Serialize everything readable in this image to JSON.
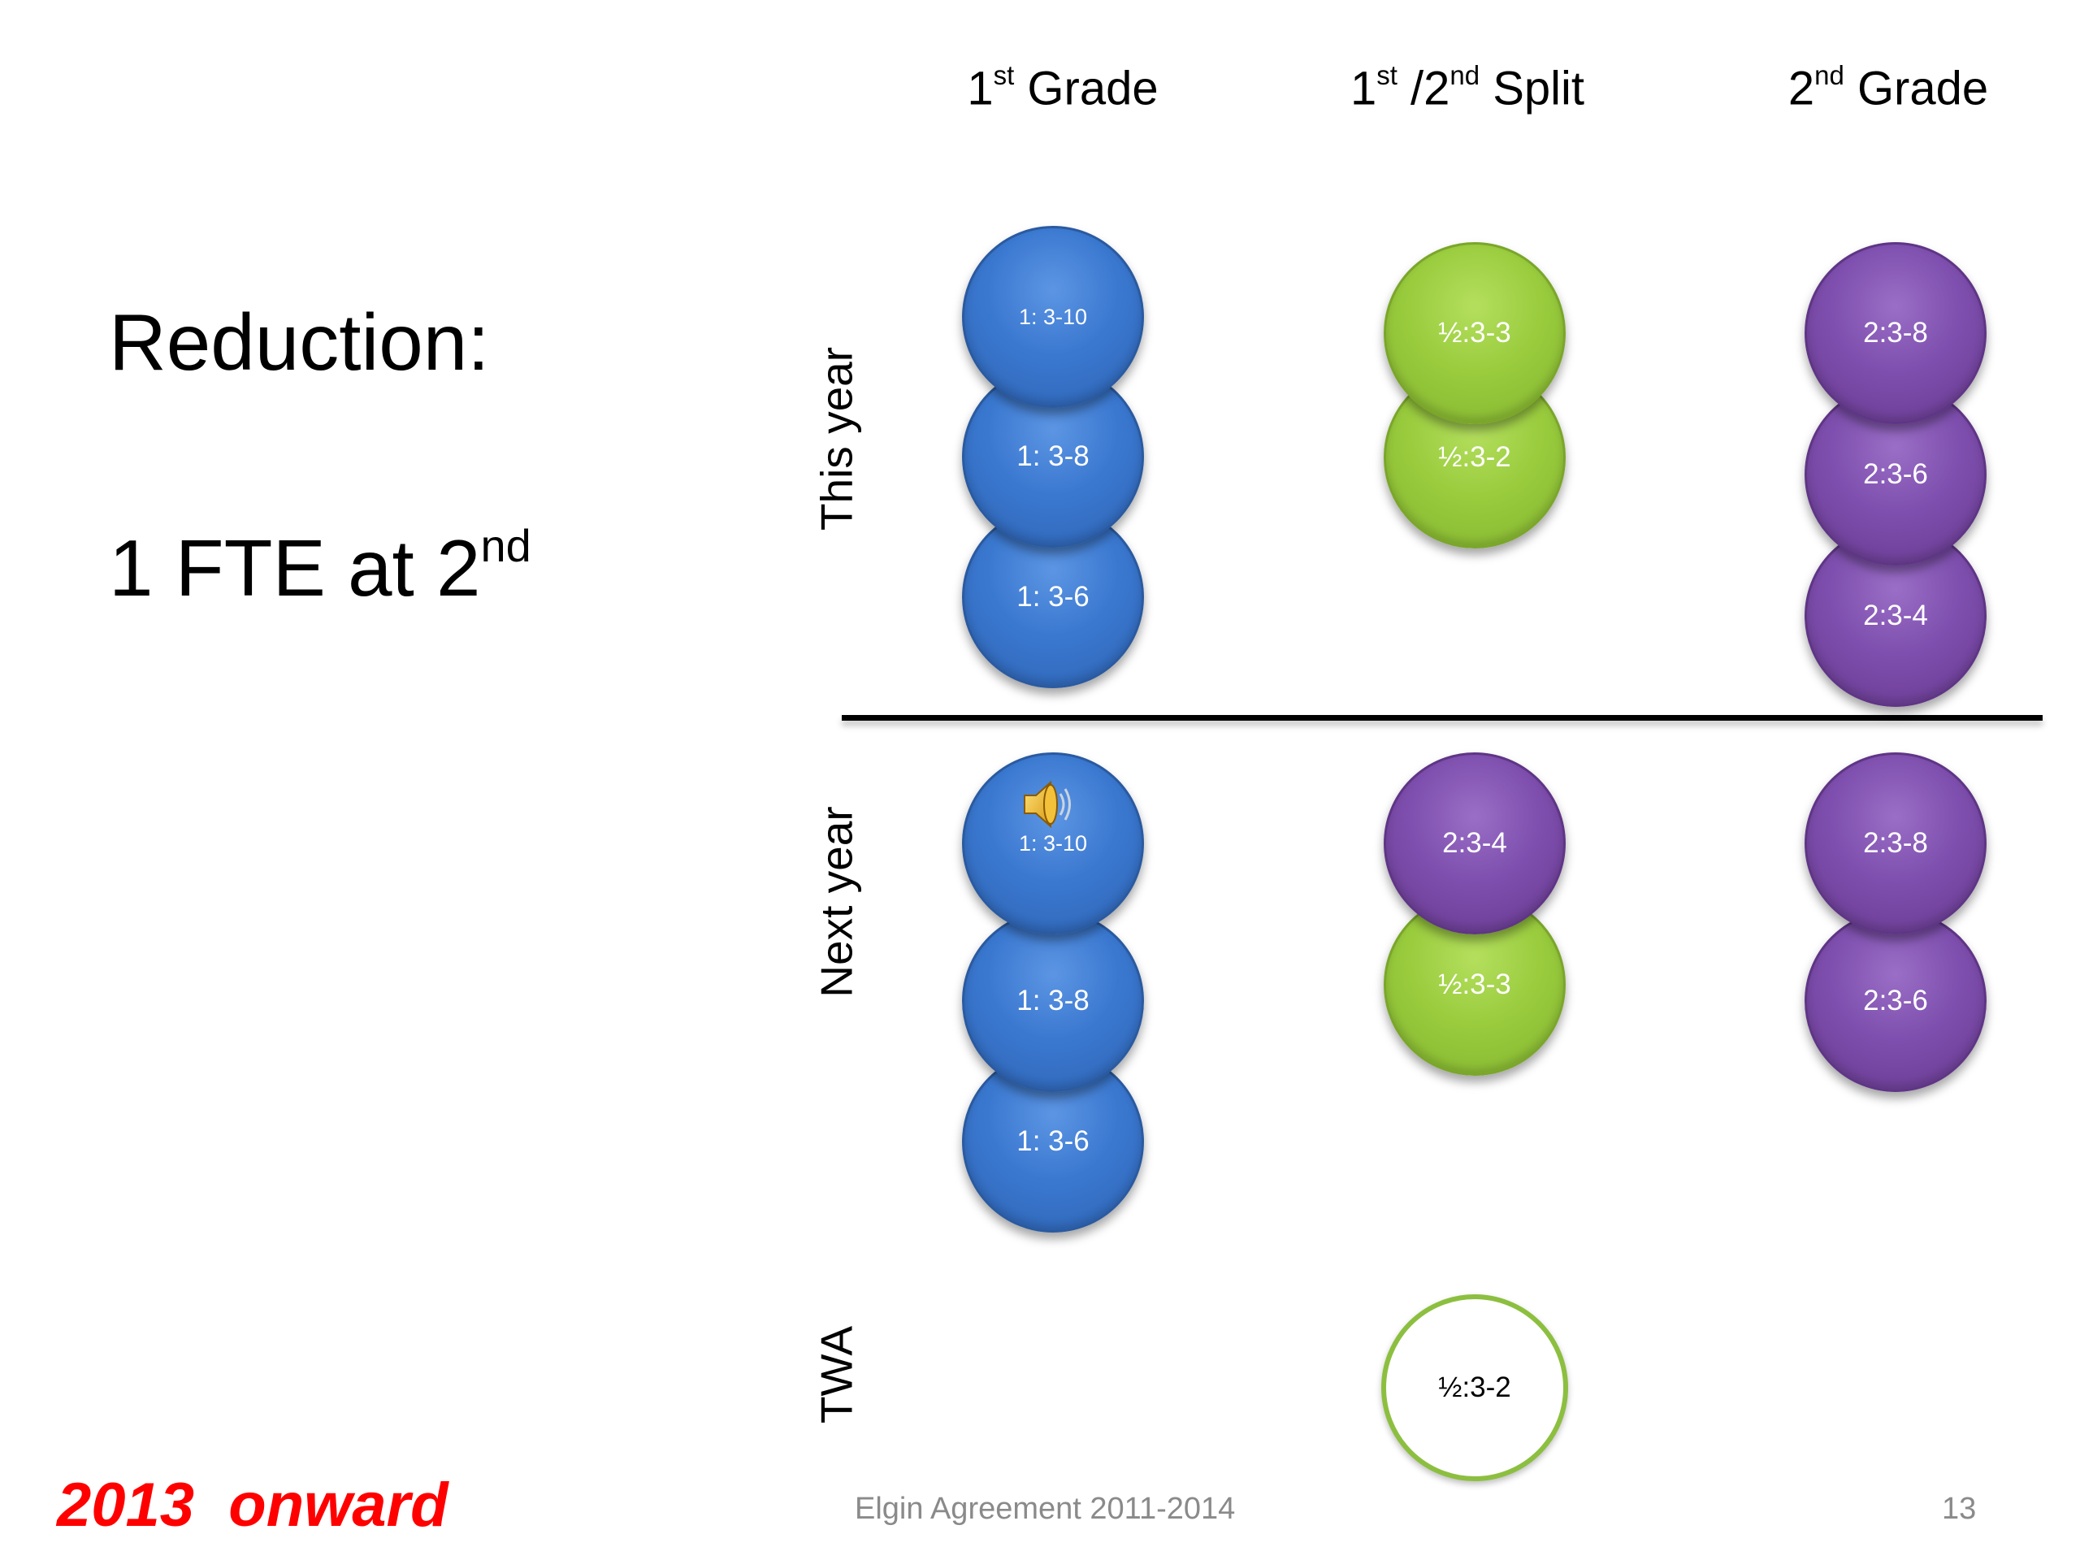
{
  "headers": {
    "col1": {
      "base": "1",
      "sup": "st",
      "rest": " Grade"
    },
    "col2": {
      "base1": "1",
      "sup1": "st",
      "mid": " /2",
      "sup2": "nd",
      "rest": " Split"
    },
    "col3": {
      "base": "2",
      "sup": "nd",
      "rest": " Grade"
    }
  },
  "left_panel": {
    "reduction": "Reduction:",
    "fte_base": "1 FTE at 2",
    "fte_sup": "nd"
  },
  "row_labels": {
    "this_year": "This year",
    "next_year": "Next year",
    "twa": "TWA"
  },
  "this_year": {
    "first_grade": [
      "1: 3-10",
      "1: 3-8",
      "1: 3-6"
    ],
    "split": [
      "½:3-3",
      "½:3-2"
    ],
    "second_grade": [
      "2:3-8",
      "2:3-6",
      "2:3-4"
    ]
  },
  "next_year": {
    "first_grade": [
      "1: 3-10",
      "1: 3-8",
      "1: 3-6"
    ],
    "split": [
      "2:3-4",
      "½:3-3"
    ],
    "second_grade": [
      "2:3-8",
      "2:3-6"
    ]
  },
  "twa": {
    "split": "½:3-2"
  },
  "footer": {
    "left": "2013  onward",
    "center": "Elgin Agreement 2011-2014",
    "page": "13"
  },
  "colors": {
    "blue": "#3a78d0",
    "green": "#9acc3e",
    "purple": "#7e4fae",
    "footer_red": "#ff0000"
  },
  "icons": {
    "speaker": "speaker-icon"
  }
}
